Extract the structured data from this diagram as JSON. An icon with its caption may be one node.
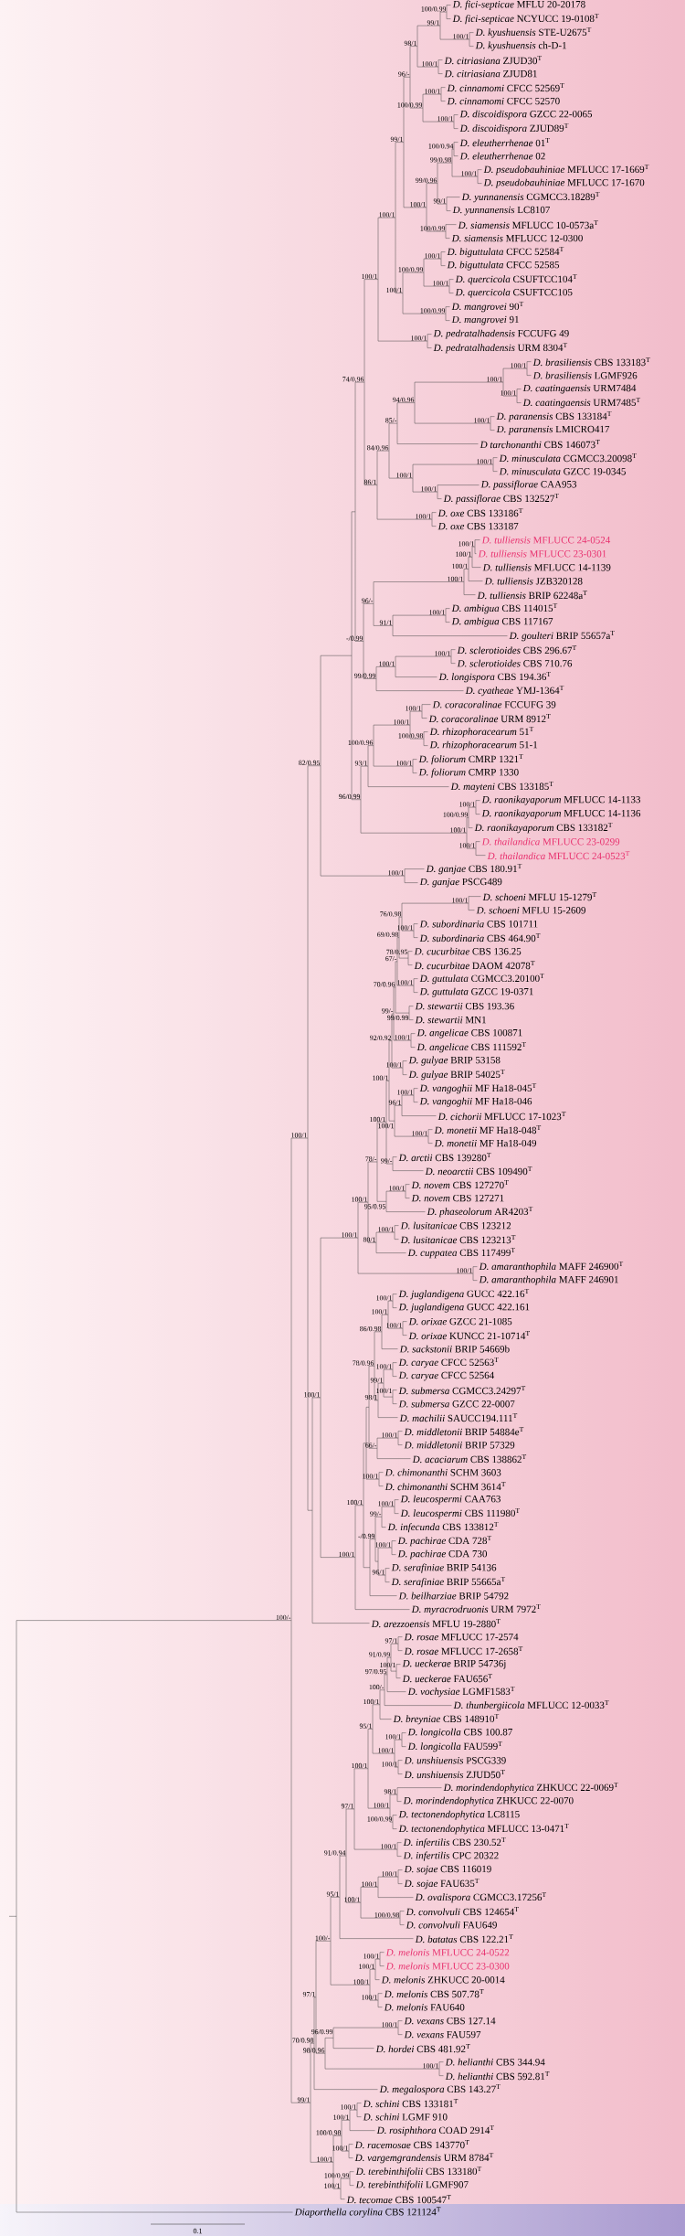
{
  "diagram": {
    "labels": [
      "*D. fici-septicae* MFLU 20-20178",
      "*D. fici-septicae* NCYUCC 19-0108$^{T}$",
      "*D. kyushuensis* STE-U2675$^{T}$",
      "*D. kyushuensis* ch-D-1",
      "*D. citriasiana* ZJUD30$^{T}$",
      "*D. citriasiana* ZJUD81",
      "*D. cinnamomi* CFCC 52569$^{T}$",
      "*D. cinnamomi* CFCC 52570",
      "*D. discoidispora* GZCC 22-0065",
      "*D. discoidispora* ZJUD89$^{T}$",
      "*D. eleutherrhenae* 01$^{T}$",
      "*D. eleutherrhenae* 02",
      "*D. pseudobauhiniae* MFLUCC 17-1669$^{T}$",
      "*D. pseudobauhiniae* MFLUCC 17-1670",
      "*D. yunnanensis* CGMCC3.18289$^{T}$",
      "*D. yunnanensis* LC8107",
      "*D. siamensis* MFLUCC 10-0573a$^{T}$",
      "*D. siamensis* MFLUCC 12-0300",
      "*D. biguttulata* CFCC 52584$^{T}$",
      "*D. biguttulata* CFCC 52585",
      "*D. quercicola* CSUFTCC104$^{T}$",
      "*D. quercicola* CSUFTCC105",
      "*D. mangrovei* 90$^{T}$",
      "*D. mangrovei* 91",
      "*D. pedratalhadensis* FCCUFG 49",
      "*D. pedratalhadensis* URM 8304$^{T}$",
      "*D. brasiliensis* CBS 133183$^{T}$",
      "*D. brasiliensis* LGMF926",
      "*D. caatingaensis* URM7484",
      "*D. caatingaensis* URM7485$^{T}$",
      "*D. paranensis* CBS 133184$^{T}$",
      "*D. paranensis* LMICRO417",
      "*D tarchonanthi* CBS 146073$^{T}$",
      "*D. minusculata* CGMCC3.20098$^{T}$",
      "*D. minusculata* GZCC 19-0345",
      "*D. passiflorae* CAA953",
      "*D. passiflorae* CBS 132527$^{T}$",
      "*D. oxe* CBS 133186$^{T}$",
      "*D. oxe* CBS 133187",
      "*D. tulliensis* MFLUCC 24-0524",
      "*D. tulliensis* MFLUCC 23-0301",
      "*D. tulliensis* MFLUCC 14-1139",
      "*D. tulliensis* JZB320128",
      "*D. tulliensis* BRIP 62248a$^{T}$",
      "*D. ambigua* CBS 114015$^{T}$",
      "*D. ambigua* CBS 117167",
      "*D. goulteri* BRIP 55657a$^{T}$",
      "*D. sclerotioides* CBS 296.67$^{T}$",
      "*D. sclerotioides* CBS 710.76",
      "*D. longispora* CBS 194.36$^{T}$",
      "*D. cyatheae* YMJ-1364$^{T}$",
      "*D. coracoralinae* FCCUFG 39",
      "*D. coracoralinae* URM 8912$^{T}$",
      "*D. rhizophoracearum* 51$^{T}$",
      "*D. rhizophoracearum* 51-1",
      "*D. foliorum* CMRP 1321$^{T}$",
      "*D. foliorum* CMRP 1330",
      "*D. mayteni* CBS 133185$^{T}$",
      "*D. raonikayaporum* MFLUCC 14-1133",
      "*D. raonikayaporum* MFLUCC 14-1136",
      "*D. raonikayaporum* CBS 133182$^{T}$",
      "*D. thailandica* MFLUCC 23-0299",
      "*D. thailandica* MFLUCC 24-0523$^{T}$",
      "*D. ganjae* CBS 180.91$^{T}$",
      "*D. ganjae* PSCG489",
      "*D. schoeni* MFLU 15-1279$^{T}$",
      "*D. schoeni* MFLU 15-2609",
      "*D. subordinaria* CBS 101711",
      "*D. subordinaria* CBS 464.90$^{T}$",
      "*D. cucurbitae* CBS 136.25",
      "*D. cucurbitae* DAOM 42078$^{T}$",
      "*D. guttulata* CGMCC3.20100$^{T}$",
      "*D. guttulata* GZCC 19-0371",
      "*D. stewartii* CBS 193.36",
      "*D. stewartii* MN1",
      "*D. angelicae* CBS 100871",
      "*D. angelicae* CBS 111592$^{T}$",
      "*D. gulyae* BRIP 53158",
      "*D. gulyae* BRIP 54025$^{T}$",
      "*D. vangoghii* MF Ha18-045$^{T}$",
      "*D. vangoghii* MF Ha18-046",
      "*D. cichorii* MFLUCC 17-1023$^{T}$",
      "*D. monetii* MF Ha18-048$^{T}$",
      "*D. monetii* MF Ha18-049",
      "*D. arctii* CBS 139280$^{T}$",
      "*D. neoarctii* CBS 109490$^{T}$",
      "*D. novem* CBS 127270$^{T}$",
      "*D. novem* CBS 127271",
      "*D. phaseolorum* AR4203$^{T}$",
      "*D. lusitanicae* CBS 123212",
      "*D. lusitanicae* CBS 123213$^{T}$",
      "*D. cuppatea* CBS 117499$^{T}$",
      "*D. amaranthophila* MAFF 246900$^{T}$",
      "*D. amaranthophila* MAFF 246901",
      "*D. juglandigena* GUCC 422.16$^{T}$",
      "*D. juglandigena* GUCC 422.161",
      "*D. orixae* GZCC 21-1085",
      "*D. orixae* KUNCC 21-10714$^{T}$",
      "*D. sackstonii* BRIP 54669b",
      "*D. caryae* CFCC 52563$^{T}$",
      "*D. caryae* CFCC 52564",
      "*D. submersa* CGMCC3.24297$^{T}$",
      "*D. submersa* GZCC 22-0007",
      "*D. machilii* SAUCC194.111$^{T}$",
      "*D. middletonii* BRIP 54884e$^{T}$",
      "*D. middletonii* BRIP 57329",
      "*D. acaciarum* CBS 138862$^{T}$",
      "*D. chimonanthi* SCHM 3603",
      "*D. chimonanthi* SCHM 3614$^{T}$",
      "*D. leucospermi* CAA763",
      "*D. leucospermi* CBS 111980$^{T}$",
      "*D. infecunda* CBS 133812$^{T}$",
      "*D. pachirae* CDA 728$^{T}$",
      "*D. pachirae* CDA 730",
      "*D. serafiniae* BRIP 54136",
      "*D. serafiniae* BRIP 55665a$^{T}$",
      "*D. beilharziae* BRIP 54792",
      "*D. myracrodruonis* URM 7972$^{T}$",
      "*D. arezzoensis* MFLU 19-2880$^{T}$",
      "*D. rosae* MFLUCC 17-2574",
      "*D. rosae* MFLUCC 17-2658$^{T}$",
      "*D. ueckerae* BRIP 54736j",
      "*D. ueckerae* FAU656$^{T}$",
      "*D. vochysiae* LGMF1583$^{T}$",
      "*D. thunbergiicola* MFLUCC 12-0033$^{T}$",
      "*D. breyniae* CBS 148910$^{T}$",
      "*D. longicolla* CBS 100.87",
      "*D. longicolla* FAU599$^{T}$",
      "*D. unshiuensis* PSCG339",
      "*D. unshiuensis* ZJUD50$^{T}$",
      "*D. morindendophytica* ZHKUCC 22-0069$^{T}$",
      "*D. morindendophytica* ZHKUCC 22-0070",
      "*D. tectonendophytica* LC8115",
      "*D. tectonendophytica* MFLUCC 13-0471$^{T}$",
      "*D. infertilis* CBS 230.52$^{T}$",
      "*D. infertilis* CPC 20322",
      "*D. sojae* CBS 116019",
      "*D. sojae* FAU635$^{T}$",
      "*D. ovalispora* CGMCC3.17256$^{T}$",
      "*D. convolvuli* CBS 124654$^{T}$",
      "*D. convolvuli* FAU649",
      "*D. batatas* CBS 122.21$^{T}$",
      "*D. melonis* MFLUCC 24-0522",
      "*D. melonis* MFLUCC 23-0300",
      "*D. melonis* ZHKUCC 20-0014",
      "*D. melonis* CBS 507.78$^{T}$",
      "*D. melonis* FAU640",
      "*D. vexans* CBS 127.14",
      "*D. vexans* FAU597",
      "*D. hordei* CBS 481.92$^{T}$",
      "*D. helianthi* CBS 344.94",
      "*D. helianthi* CBS 592.81$^{T}$",
      "*D. megalospora* CBS 143.27$^{T}$",
      "*D. schini* CBS 133181$^{T}$",
      "*D. schini* LGMF 910",
      "*D. rosiphthora* COAD 2914$^{T}$",
      "*D. racemosae* CBS 143770$^{T}$",
      "*D. vargemgrandensis* URM 8784$^{T}$",
      "*D. terebinthifolii* CBS 133180$^{T}$",
      "*D. terebinthifolii* LGMF907",
      "*D. tecomae* CBS 100547$^{T}$",
      "*Diaporthella corylina* CBS 121124$^{T}$",
      "100/-",
      "100/1",
      "82/0.95",
      "74/0.96",
      "100/1",
      "100/1",
      "99/1",
      "96/-",
      "98/1",
      "99/1",
      "100/0.99",
      "100/1",
      "100/1",
      "100/0.99",
      "100/1",
      "100/1",
      "100/1",
      "99/0.96",
      "99/0.98",
      "100/0.94",
      "100/1",
      "99/1",
      "100/0.99",
      "100/1",
      "100/0.99",
      "100/1",
      "100/1",
      "100/0.99",
      "100/1",
      "86/1",
      "84/0.96",
      "85/-",
      "94/0.96",
      "100/1",
      "100/1",
      "100/1",
      "100/1",
      "100/1",
      "100/1",
      "100/1",
      "100/1",
      "-/0.99",
      "96/-",
      "100/1",
      "100/1",
      "100/1",
      "100/1",
      "91/1",
      "100/1",
      "99/0.99",
      "100/1",
      "100/1",
      "96/0.99",
      "93/1",
      "100/0.96",
      "100/1",
      "100/1",
      "100/0.98",
      "100/1",
      "100/1",
      "100/0.99",
      "100/1",
      "100/1",
      "100/1",
      "100/1",
      "100/1",
      "100/1",
      "78/-",
      "100/1",
      "100/1",
      "92/0.92",
      "99/-",
      "70/0.96",
      "67/-",
      "69/0.98",
      "76/0.98",
      "100/1",
      "100/1",
      "78/0.95",
      "100/1",
      "99/0.99",
      "100/1",
      "100/1",
      "100/1",
      "96/1",
      "100/1",
      "100/1",
      "99/-",
      "95/0.95",
      "100/1",
      "80/1",
      "100/1",
      "100/1",
      "100/1",
      "100/1",
      "78/0.96",
      "86/0.98",
      "100/1",
      "100/1",
      "100/1",
      "98/1",
      "99/1",
      "100/1",
      "100/1",
      "66/-",
      "100/1",
      "100/1",
      "-/0.99",
      "99/-",
      "100/1",
      "100/1",
      "96/1",
      "99/1",
      "70/0.98",
      "97/1",
      "100/-",
      "95/1",
      "91/0.94",
      "97/1",
      "100/1",
      "95/1",
      "100/1",
      "100/-",
      "97/0.95",
      "91/0.99",
      "97/1",
      "100/1",
      "100/1",
      "100/1",
      "100/1",
      "100/1",
      "98/1",
      "100/0.99",
      "100/1",
      "100/1",
      "100/1",
      "100/1",
      "100/0.98",
      "100/1",
      "100/1",
      "100/1",
      "100/1",
      "98/0.96",
      "96/0.99",
      "100/1",
      "100/1",
      "100/1",
      "100/0.98",
      "100/1",
      "100/1",
      "100/1",
      "100/1",
      "100/0.99",
      "0.1"
    ]
  }
}
